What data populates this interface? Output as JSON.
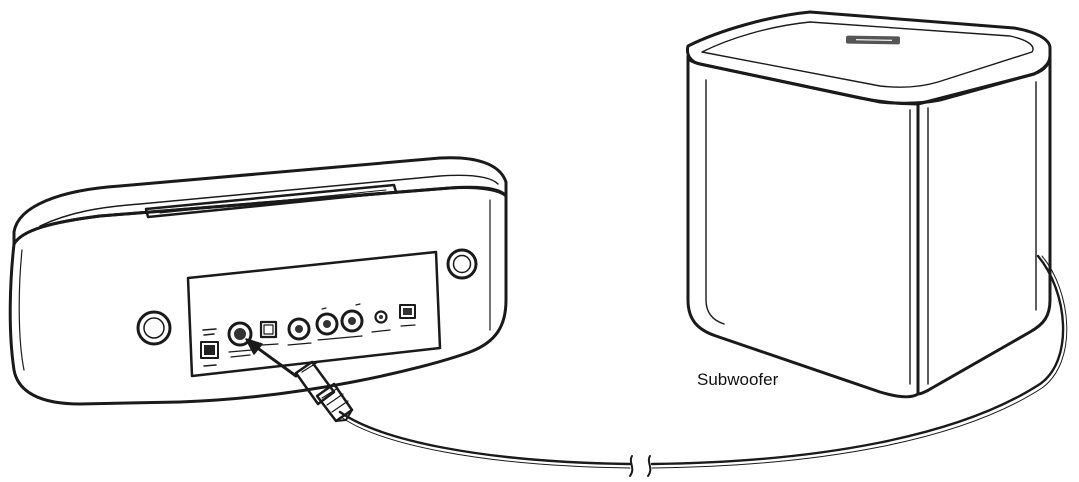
{
  "diagram": {
    "subwoofer_label": "Subwoofer"
  },
  "icons": [
    "soundbar",
    "subwoofer",
    "rca-cable",
    "rca-plug"
  ]
}
